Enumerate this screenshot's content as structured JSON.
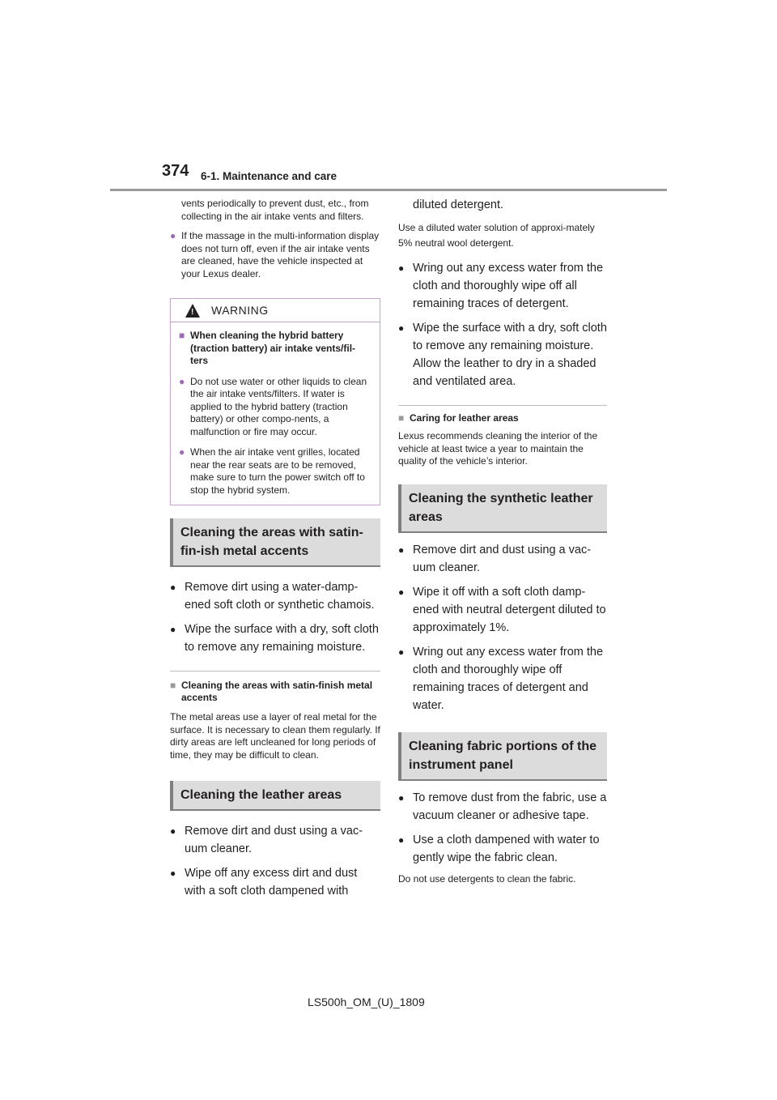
{
  "header": {
    "page_number": "374",
    "section": "6-1. Maintenance and care"
  },
  "footer": {
    "doc_id": "LS500h_OM_(U)_1809"
  },
  "left": {
    "note_continuation": "vents periodically to prevent dust, etc., from collecting in the air intake vents and filters.",
    "note_bullet": "If the massage in the multi-information display does not turn off, even if the air intake vents are cleaned, have the vehicle inspected at your Lexus dealer.",
    "warning": {
      "label": "WARNING",
      "heading": "When cleaning the hybrid battery (traction battery) air intake vents/fil-ters",
      "items": [
        "Do not use water or other liquids to clean the air intake vents/filters. If water is applied to the hybrid battery (traction battery) or other compo-nents, a malfunction or fire may occur.",
        "When the air intake vent grilles, located near the rear seats are to be removed, make sure to turn the power switch off to stop the hybrid system."
      ]
    },
    "satin": {
      "heading": "Cleaning the areas with satin-fin-ish metal accents",
      "bullets": [
        "Remove dirt using a water-damp-ened soft cloth or synthetic chamois.",
        "Wipe the surface with a dry, soft cloth to remove any remaining moisture."
      ],
      "sub_heading": "Cleaning the areas with satin-finish metal accents",
      "sub_text": "The metal areas use a layer of real metal for the surface. It is necessary to clean them regularly. If dirty areas are left uncleaned for long periods of time, they may be difficult to clean."
    },
    "leather": {
      "heading": "Cleaning the leather areas",
      "bullets": [
        "Remove dirt and dust using a vac-uum cleaner.",
        "Wipe off any excess dirt and dust with a soft cloth dampened with"
      ]
    }
  },
  "right": {
    "leather_cont": "diluted detergent.",
    "leather_note": "Use a diluted water solution of approxi-mately 5% neutral wool detergent.",
    "leather_bullets": [
      "Wring out any excess water from the cloth and thoroughly wipe off all remaining traces of detergent.",
      "Wipe the surface with a dry, soft cloth to remove any remaining moisture. Allow the leather to dry in a shaded and ventilated area."
    ],
    "caring_heading": "Caring for leather areas",
    "caring_text": "Lexus recommends cleaning the interior of the vehicle at least twice a year to maintain the quality of the vehicle’s interior.",
    "synthetic": {
      "heading": "Cleaning the synthetic leather areas",
      "bullets": [
        "Remove dirt and dust using a vac-uum cleaner.",
        "Wipe it off with a soft cloth damp-ened with neutral detergent diluted to approximately 1%.",
        "Wring out any excess water from the cloth and thoroughly wipe off remaining traces of detergent and water."
      ]
    },
    "fabric": {
      "heading": "Cleaning fabric portions of the instrument panel",
      "bullets": [
        "To remove dust from the fabric, use a vacuum cleaner or adhesive tape.",
        "Use a cloth dampened with water to gently wipe the fabric clean."
      ],
      "note": "Do not use detergents to clean the fabric."
    }
  }
}
